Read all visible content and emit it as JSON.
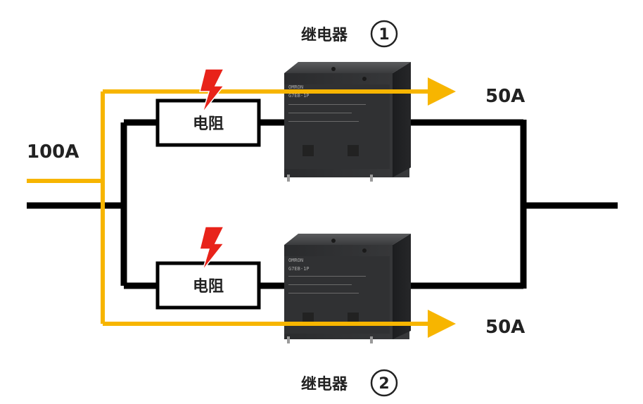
{
  "input_current": "100A",
  "relays": [
    {
      "name": "继电器",
      "number": "1",
      "resistor_label": "电阻",
      "output_current": "50A",
      "brand": "OMRON",
      "spec": "G7EB-1P"
    },
    {
      "name": "继电器",
      "number": "2",
      "resistor_label": "电阻",
      "output_current": "50A",
      "brand": "OMRON",
      "spec": "G7EB-1P"
    }
  ],
  "colors": {
    "wire": "#000000",
    "current_path": "#f7b500",
    "spark": "#e8231a",
    "relay_body": "#2d2e30",
    "text": "#222222"
  },
  "icons": {
    "spark": "lightning-bolt-icon",
    "arrow": "arrow-right-icon"
  }
}
